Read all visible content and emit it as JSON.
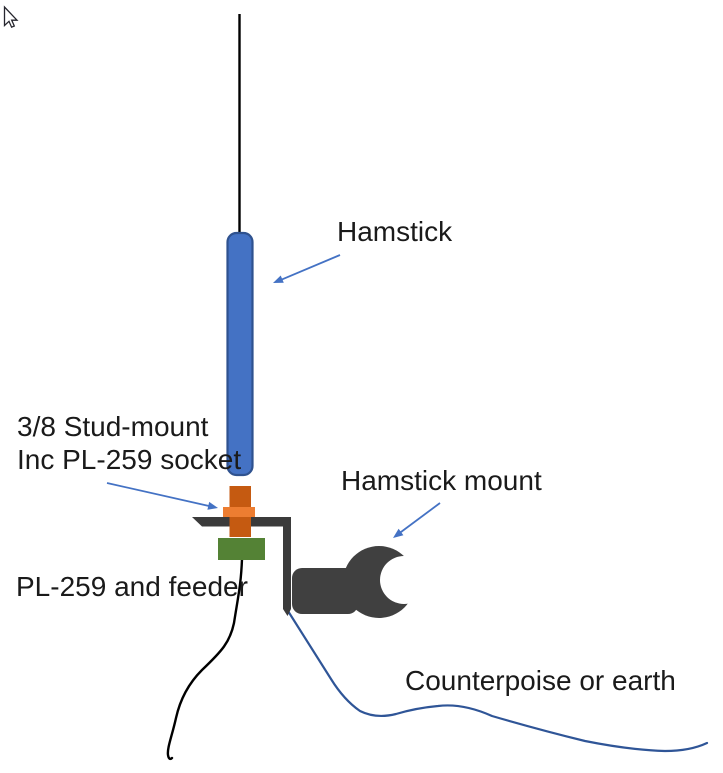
{
  "labels": {
    "hamstick": "Hamstick",
    "stud_line1": "3/8 Stud-mount",
    "stud_line2": "Inc PL-259 socket",
    "mount": "Hamstick mount",
    "pl259_feeder": "PL-259 and feeder",
    "counterpoise": "Counterpoise or earth"
  },
  "icons": {
    "cursor": "mouse-pointer-icon"
  },
  "colors": {
    "background": "#FFFFFF",
    "text": "#1A1A1A",
    "antenna_fill": "#4472C4",
    "antenna_border": "#2F528F",
    "arrow_blue": "#4472C4",
    "stud_orange_dark": "#C55A11",
    "stud_orange_light": "#ED7D31",
    "pl259_green": "#548235",
    "bracket_gray": "#3B3B3B",
    "clamp_gray": "#404040",
    "counterpoise_blue": "#2F5597",
    "feeder_black": "#000000"
  }
}
